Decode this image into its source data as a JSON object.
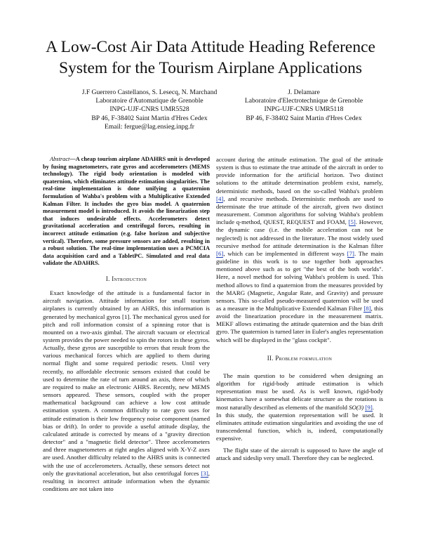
{
  "paper": {
    "title_line1": "A Low-Cost Air Data Attitude Heading Reference",
    "title_line2": "System for the Tourism Airplane Applications",
    "authors_left": [
      "J.F Guerrero Castellanos, S. Lesecq, N. Marchand",
      "Laboratoire d'Automatique de Grenoble",
      "INPG-UJF-CNRS UMR5528",
      "BP 46, F-38402 Saint Martin d'Hres Cedex",
      "Email: fergue@lag.ensieg.inpg.fr"
    ],
    "authors_right": [
      "J. Delamare",
      "Laboratoire d'Electrotechnique de Grenoble",
      "INPG-UJF-CNRS UMR5118",
      "BP 46, F-38402 Saint Martin d'Hres Cedex"
    ],
    "abstract_label": "Abstract",
    "abstract_text": "—A cheap tourism airplane ADAHRS unit is developed by fusing magnetometers, rate gyros and accelerometers (MEMS technology). The rigid body orientation is modeled with quaternion, which eliminates attitude estimation singularities. The real-time implementation is done unifying a quaternion formulation of Wahba's problem with a Multiplicative Extended Kalman Filter. It includes the gyro bias model. A quaternion measurement model is introduced. It avoids the linearization step that induces undesirable effects. Accelerometers detect gravitational acceleration and centrifugal forces, resulting in incorrect attitude estimation (e.g. false horizon and subjective vertical). Therefore, some pressure sensors are added, resulting in a robust solution. The real-time implementation uses a PCMCIA data acquisition card and a TabletPC. Simulated and real data validate the ADAHRS.",
    "section1_heading": "I. Introduction",
    "intro_p1_a": "Exact knowledge of the attitude is a fundamental factor in aircraft navigation. Attitude information for small tourism airplanes is currently obtained by an AHRS, this information is generated by mechanical gyros [1]. The mechanical gyros used for pitch and roll information consist of a spinning rotor that is mounted on a two-axis gimbal. The aircraft vacuum or electrical system provides the power needed to spin the rotors in these gyros. Actually, these gyros are susceptible to errors that result from the various mechanical forces which are applied to them during normal flight and some required periodic resets. Until very recently, no affordable electronic sensors existed that could be used to determine the rate of turn around an axis, three of which are required to make an electronic AHRS. Recently, new MEMS sensors appeared. These sensors, coupled with the proper mathematical background can achieve a low cost attitude estimation system. A common difficulty to rate gyro uses for attitude estimation is their low frequency noise component (named bias or drift). In order to provide a useful attitude display, the calculated attitude is corrected by means of a \"gravity direction detector\" and a \"magnetic field detector\". Three accelerometers and three magnetometers at right angles aligned with X-Y-Z axes are used. Another difficulty related to the AHRS units is connected with the use of accelerometers. Actually, these sensors detect not only the gravitational acceleration, but also centrifugal forces ",
    "intro_p1_ref": "[3]",
    "intro_p1_b": ", resulting in incorrect attitude information when the dynamic conditions are not taken into",
    "right_p1_a": "account during the attitude estimation. The goal of the attitude system is thus to estimate the true attitude of the aircraft in order to provide information for the artificial horizon. Two distinct solutions to the attitude determination problem exist, namely, deterministic methods, based on the so-called Wahba's problem ",
    "right_p1_ref1": "[4]",
    "right_p1_b": ", and recursive methods. Deterministic methods are used to determinate the true attitude of the aircraft, given two distinct measurement. Common algorithms for solving Wahba's problem include q-method, QUEST, REQUEST and FOAM, ",
    "right_p1_ref2": "[5]",
    "right_p1_c": ". However, the dynamic case (i.e. the mobile acceleration can not be neglected) is not addressed in the literature. The most widely used recursive method for attitude determination is the Kalman filter ",
    "right_p1_ref3": "[6]",
    "right_p1_d": ", which can be implemented in different ways ",
    "right_p1_ref4": "[7]",
    "right_p1_e": ". The main guideline in this work is to use together both approaches mentioned above such as to get \"the best of the both worlds\". Here, a novel method for solving Wahba's problem is used. This method allows to find a quaternion from the measures provided by the MARG (Magnetic, Angular Rate, and Gravity) and pressure sensors. This so-called pseudo-measured quaternion will be used as a measure in the Multiplicative Extended Kalman Filter ",
    "right_p1_ref5": "[8]",
    "right_p1_f": ", this avoid the linearization procedure in the measurement matrix. MEKF allows estimating the attitude quaternion and the bias drift gyro. The quaternion is turned later in Euler's angles representation which will be displayed in the \"glass cockpit\".",
    "section2_heading": "II. Problem formulation",
    "right_p2_a": "The main question to be considered when designing an algorithm for rigid-body attitude estimation is which representation must be used. As is well known, rigid-body kinematics have a somewhat delicate structure as the rotations is most naturally described as elements of the manifold ",
    "right_p2_math": "SO(3)",
    "right_p2_ref": "[9]",
    "right_p2_b": ".",
    "right_p3": "In this study, the quaternion representation will be used. It eliminates attitude estimation singularities and avoiding the use of transcendental function, which is, indeed, computationally expensive.",
    "right_p4": "The flight state of the aircraft is supposed to have the angle of attack and sideslip very small. Therefore they can be neglected."
  }
}
